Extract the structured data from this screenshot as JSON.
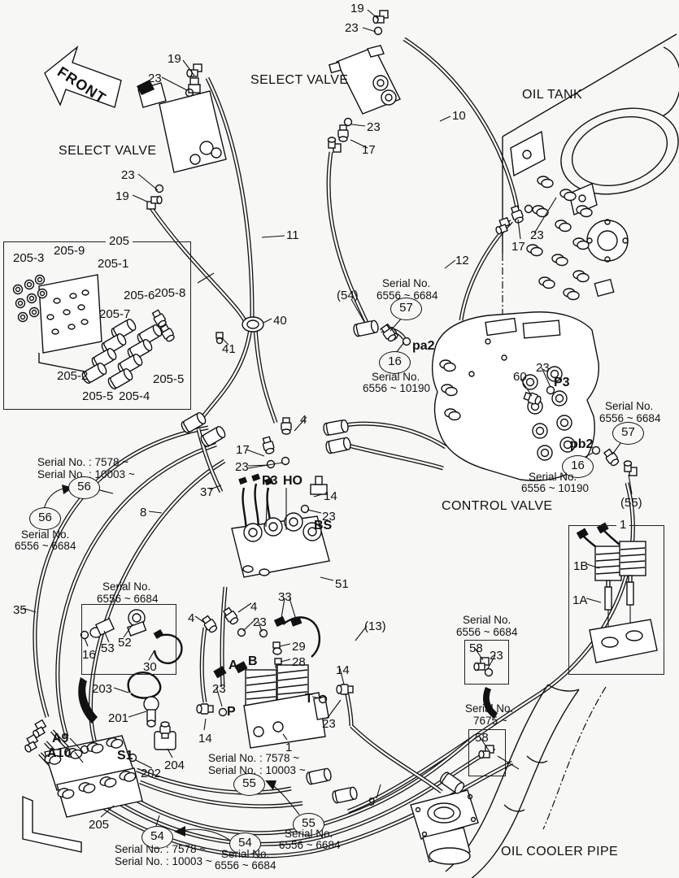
{
  "titles": {
    "front": "FRONT",
    "select_valve": "SELECT VALVE",
    "oil_tank": "OIL TANK",
    "control_valve": "CONTROL VALVE",
    "oil_cooler_pipe": "OIL COOLER PIPE"
  },
  "parts": {
    "n1": "1",
    "n4": "4",
    "n8": "8",
    "n9": "9",
    "n10": "10",
    "n11": "11",
    "n12": "12",
    "n14": "14",
    "n16": "16",
    "n17": "17",
    "n19": "19",
    "n23": "23",
    "n28": "28",
    "n29": "29",
    "n30": "30",
    "n33": "33",
    "n35": "35",
    "n37": "37",
    "n40": "40",
    "n41": "41",
    "n51": "51",
    "n52": "52",
    "n53": "53",
    "n54": "54",
    "n55": "55",
    "n56": "56",
    "n57": "57",
    "n58": "58",
    "n60": "60",
    "n201": "201",
    "n202": "202",
    "n203": "203",
    "n204": "204",
    "n205": "205",
    "n205_1": "205-1",
    "n205_2": "205-2",
    "n205_3": "205-3",
    "n205_4": "205-4",
    "n205_5": "205-5",
    "n205_6": "205-6",
    "n205_7": "205-7",
    "n205_8": "205-8",
    "n205_9": "205-9",
    "p13": "(13)",
    "p54": "(54)",
    "p55": "(55)",
    "p1a": "1A",
    "p1b": "1B"
  },
  "ports": {
    "p3": "P3",
    "ho": "HO",
    "bs": "BS",
    "pa2": "pa2",
    "pb2": "pb2",
    "a": "A",
    "b": "B",
    "p": "P",
    "t": "T",
    "s1": "S1",
    "a9": "A9",
    "a10": "A10"
  },
  "serials": {
    "sn": "Serial No.",
    "r6556_6684": "6556 ~ 6684",
    "r6556_10190": "6556 ~ 10190",
    "sn7578": "Serial No. : 7578 ~",
    "sn10003": "Serial No. : 10003 ~",
    "r7675": "7675 ~"
  }
}
